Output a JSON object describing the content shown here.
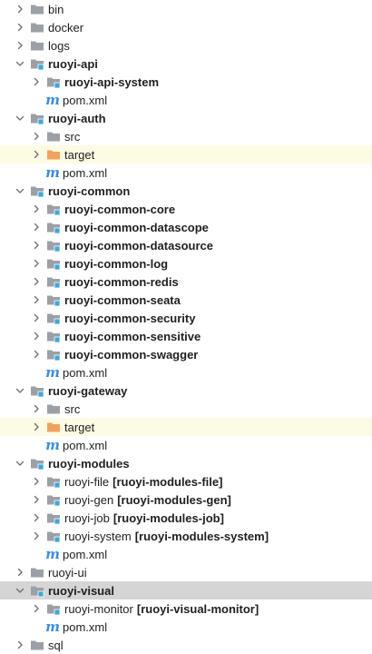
{
  "colors": {
    "folder": "#9aa0a6",
    "module_folder": "#9aa0a6",
    "module_badge": "#3fa7d6",
    "target_folder": "#f0a35e",
    "maven": "#3b8edb",
    "excluded_row": "#fdfbe3",
    "selected_row": "#d5d5d5"
  },
  "tree": [
    {
      "label": "bin",
      "bold": false,
      "suffix": "",
      "icon": "folder-icon",
      "indent": 0,
      "chevron": "right",
      "highlight": ""
    },
    {
      "label": "docker",
      "bold": false,
      "suffix": "",
      "icon": "folder-icon",
      "indent": 0,
      "chevron": "right",
      "highlight": ""
    },
    {
      "label": "logs",
      "bold": false,
      "suffix": "",
      "icon": "folder-icon",
      "indent": 0,
      "chevron": "right",
      "highlight": ""
    },
    {
      "label": "ruoyi-api",
      "bold": true,
      "suffix": "",
      "icon": "module-folder-icon",
      "indent": 0,
      "chevron": "down",
      "highlight": ""
    },
    {
      "label": "ruoyi-api-system",
      "bold": true,
      "suffix": "",
      "icon": "module-folder-icon",
      "indent": 1,
      "chevron": "right",
      "highlight": ""
    },
    {
      "label": "pom.xml",
      "bold": false,
      "suffix": "",
      "icon": "maven-icon",
      "indent": 1,
      "chevron": "none",
      "highlight": ""
    },
    {
      "label": "ruoyi-auth",
      "bold": true,
      "suffix": "",
      "icon": "module-folder-icon",
      "indent": 0,
      "chevron": "down",
      "highlight": ""
    },
    {
      "label": "src",
      "bold": false,
      "suffix": "",
      "icon": "folder-icon",
      "indent": 1,
      "chevron": "right",
      "highlight": ""
    },
    {
      "label": "target",
      "bold": false,
      "suffix": "",
      "icon": "target-folder-icon",
      "indent": 1,
      "chevron": "right",
      "highlight": "excluded"
    },
    {
      "label": "pom.xml",
      "bold": false,
      "suffix": "",
      "icon": "maven-icon",
      "indent": 1,
      "chevron": "none",
      "highlight": ""
    },
    {
      "label": "ruoyi-common",
      "bold": true,
      "suffix": "",
      "icon": "module-folder-icon",
      "indent": 0,
      "chevron": "down",
      "highlight": ""
    },
    {
      "label": "ruoyi-common-core",
      "bold": true,
      "suffix": "",
      "icon": "module-folder-icon",
      "indent": 1,
      "chevron": "right",
      "highlight": ""
    },
    {
      "label": "ruoyi-common-datascope",
      "bold": true,
      "suffix": "",
      "icon": "module-folder-icon",
      "indent": 1,
      "chevron": "right",
      "highlight": ""
    },
    {
      "label": "ruoyi-common-datasource",
      "bold": true,
      "suffix": "",
      "icon": "module-folder-icon",
      "indent": 1,
      "chevron": "right",
      "highlight": ""
    },
    {
      "label": "ruoyi-common-log",
      "bold": true,
      "suffix": "",
      "icon": "module-folder-icon",
      "indent": 1,
      "chevron": "right",
      "highlight": ""
    },
    {
      "label": "ruoyi-common-redis",
      "bold": true,
      "suffix": "",
      "icon": "module-folder-icon",
      "indent": 1,
      "chevron": "right",
      "highlight": ""
    },
    {
      "label": "ruoyi-common-seata",
      "bold": true,
      "suffix": "",
      "icon": "module-folder-icon",
      "indent": 1,
      "chevron": "right",
      "highlight": ""
    },
    {
      "label": "ruoyi-common-security",
      "bold": true,
      "suffix": "",
      "icon": "module-folder-icon",
      "indent": 1,
      "chevron": "right",
      "highlight": ""
    },
    {
      "label": "ruoyi-common-sensitive",
      "bold": true,
      "suffix": "",
      "icon": "module-folder-icon",
      "indent": 1,
      "chevron": "right",
      "highlight": ""
    },
    {
      "label": "ruoyi-common-swagger",
      "bold": true,
      "suffix": "",
      "icon": "module-folder-icon",
      "indent": 1,
      "chevron": "right",
      "highlight": ""
    },
    {
      "label": "pom.xml",
      "bold": false,
      "suffix": "",
      "icon": "maven-icon",
      "indent": 1,
      "chevron": "none",
      "highlight": ""
    },
    {
      "label": "ruoyi-gateway",
      "bold": true,
      "suffix": "",
      "icon": "module-folder-icon",
      "indent": 0,
      "chevron": "down",
      "highlight": ""
    },
    {
      "label": "src",
      "bold": false,
      "suffix": "",
      "icon": "folder-icon",
      "indent": 1,
      "chevron": "right",
      "highlight": ""
    },
    {
      "label": "target",
      "bold": false,
      "suffix": "",
      "icon": "target-folder-icon",
      "indent": 1,
      "chevron": "right",
      "highlight": "excluded"
    },
    {
      "label": "pom.xml",
      "bold": false,
      "suffix": "",
      "icon": "maven-icon",
      "indent": 1,
      "chevron": "none",
      "highlight": ""
    },
    {
      "label": "ruoyi-modules",
      "bold": true,
      "suffix": "",
      "icon": "module-folder-icon",
      "indent": 0,
      "chevron": "down",
      "highlight": ""
    },
    {
      "label": "ruoyi-file",
      "bold": false,
      "suffix": "[ruoyi-modules-file]",
      "icon": "module-folder-icon",
      "indent": 1,
      "chevron": "right",
      "highlight": ""
    },
    {
      "label": "ruoyi-gen",
      "bold": false,
      "suffix": "[ruoyi-modules-gen]",
      "icon": "module-folder-icon",
      "indent": 1,
      "chevron": "right",
      "highlight": ""
    },
    {
      "label": "ruoyi-job",
      "bold": false,
      "suffix": "[ruoyi-modules-job]",
      "icon": "module-folder-icon",
      "indent": 1,
      "chevron": "right",
      "highlight": ""
    },
    {
      "label": "ruoyi-system",
      "bold": false,
      "suffix": "[ruoyi-modules-system]",
      "icon": "module-folder-icon",
      "indent": 1,
      "chevron": "right",
      "highlight": ""
    },
    {
      "label": "pom.xml",
      "bold": false,
      "suffix": "",
      "icon": "maven-icon",
      "indent": 1,
      "chevron": "none",
      "highlight": ""
    },
    {
      "label": "ruoyi-ui",
      "bold": false,
      "suffix": "",
      "icon": "folder-icon",
      "indent": 0,
      "chevron": "right",
      "highlight": ""
    },
    {
      "label": "ruoyi-visual",
      "bold": true,
      "suffix": "",
      "icon": "module-folder-icon",
      "indent": 0,
      "chevron": "down",
      "highlight": "selected"
    },
    {
      "label": "ruoyi-monitor",
      "bold": false,
      "suffix": "[ruoyi-visual-monitor]",
      "icon": "module-folder-icon",
      "indent": 1,
      "chevron": "right",
      "highlight": ""
    },
    {
      "label": "pom.xml",
      "bold": false,
      "suffix": "",
      "icon": "maven-icon",
      "indent": 1,
      "chevron": "none",
      "highlight": ""
    },
    {
      "label": "sql",
      "bold": false,
      "suffix": "",
      "icon": "folder-icon",
      "indent": 0,
      "chevron": "right",
      "highlight": ""
    }
  ]
}
